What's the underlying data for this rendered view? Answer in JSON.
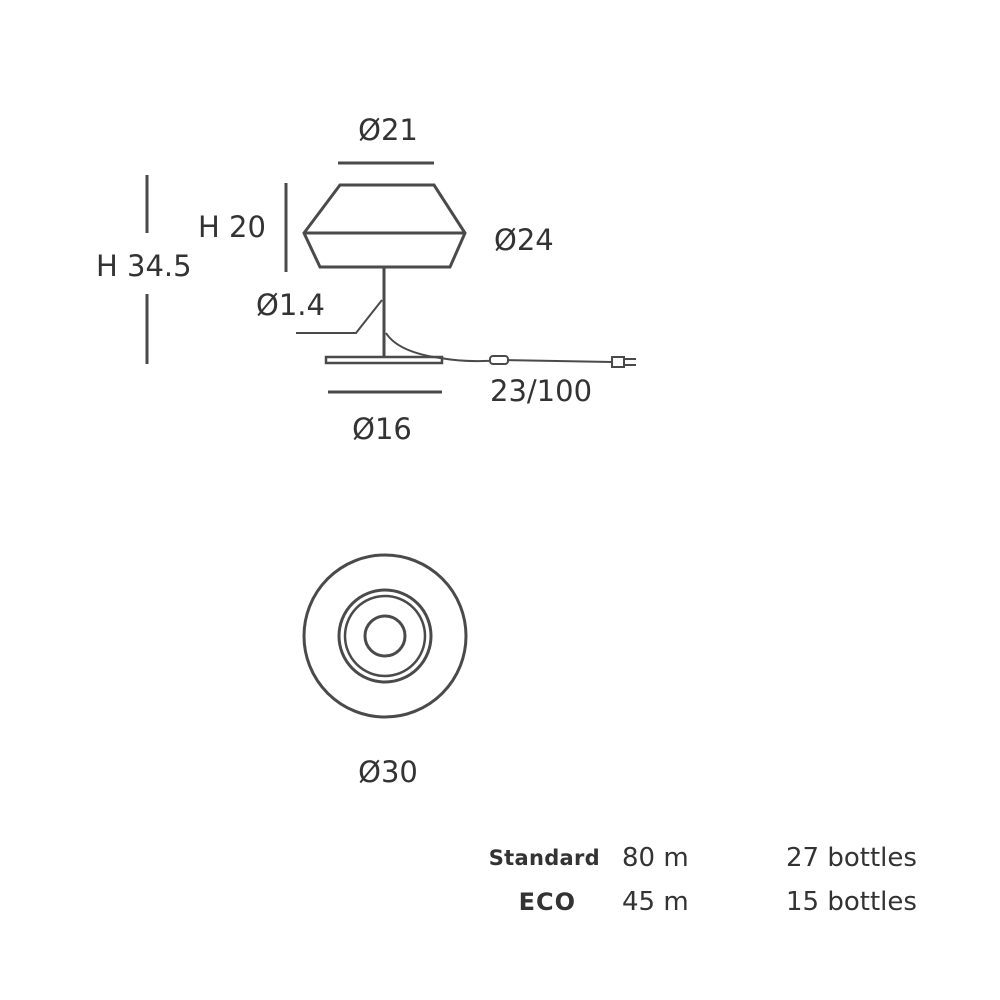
{
  "dimensions": {
    "top_diameter": "Ø21",
    "shade_height": "H 20",
    "total_height": "H 34.5",
    "shade_diameter": "Ø24",
    "stem_diameter": "Ø1.4",
    "cable_length": "23/100",
    "base_diameter": "Ø16",
    "plan_diameter": "Ø30"
  },
  "specs": [
    {
      "version": "Standard",
      "length": "80 m",
      "bottles": "27 bottles"
    },
    {
      "version": "ECO",
      "length": "45 m",
      "bottles": "15 bottles"
    }
  ],
  "colors": {
    "line": "#4a4a4a",
    "text": "#333333",
    "background": "#ffffff"
  }
}
